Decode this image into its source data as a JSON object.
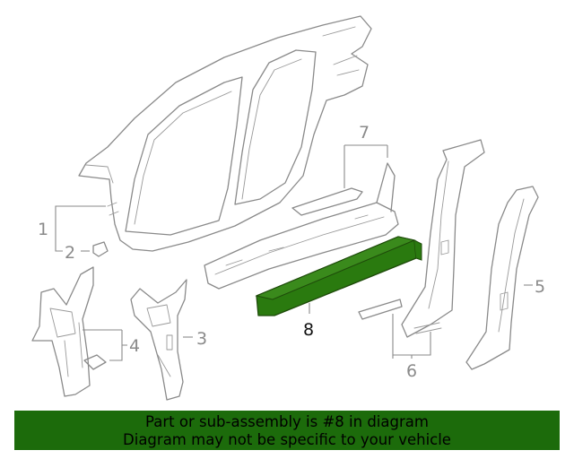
{
  "callouts": {
    "c1": "1",
    "c2": "2",
    "c3": "3",
    "c4": "4",
    "c5": "5",
    "c6": "6",
    "c7": "7",
    "c8": "8"
  },
  "banner": {
    "line1": "Part or sub-assembly is #8 in diagram",
    "line2": "Diagram may not be specific to your vehicle"
  },
  "colors": {
    "highlight_part": "#2a7a0f",
    "banner_bg": "#1c6b0b",
    "line_art": "#8a8a8a"
  }
}
